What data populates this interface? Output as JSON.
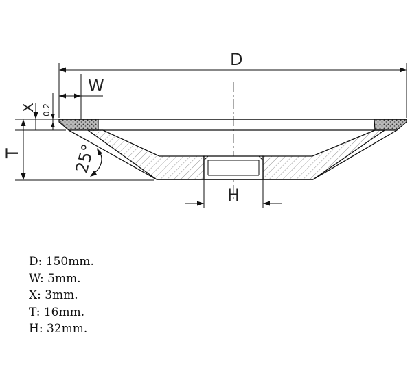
{
  "labels": {
    "D": "D",
    "W": "W",
    "X": "X",
    "T": "T",
    "H": "H",
    "gap": "0.2",
    "angle": "25°"
  },
  "specs": [
    "D: 150mm.",
    "W: 5mm.",
    "X: 3mm.",
    "T: 16mm.",
    "H: 32mm."
  ]
}
